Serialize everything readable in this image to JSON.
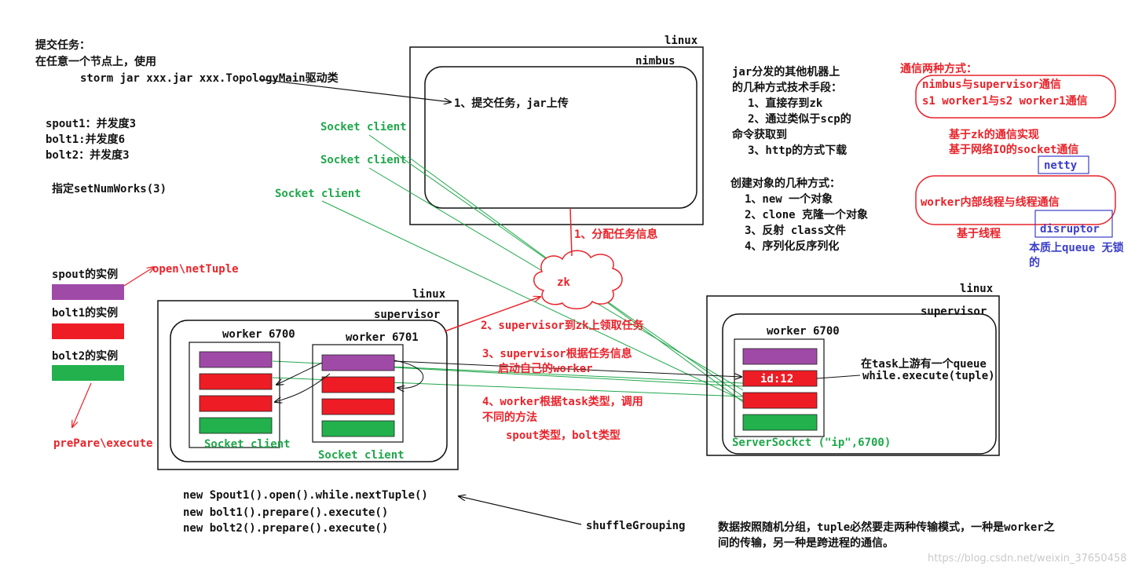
{
  "colors": {
    "spout": "#a04aa8",
    "bolt1": "#ee1c25",
    "bolt2": "#22b14c",
    "note_red": "#e8232a",
    "socket_green": "#1fa84a",
    "tech_blue": "#3b3ec9"
  },
  "submit": {
    "title": "提交任务：",
    "line1": "在任意一个节点上，使用",
    "command": "storm jar xxx.jar xxx.TopologyMain驱动类"
  },
  "parallelism": {
    "spout1": "spout1：并发度3",
    "bolt1": "bolt1:并发度6",
    "bolt2": "bolt2：并发度3",
    "workers": "指定setNumWorks(3)"
  },
  "nimbus": {
    "linux_label": "linux",
    "title": "nimbus",
    "step1": "1、提交任务，jar上传"
  },
  "socket_client_label": "Socket client",
  "zk": {
    "label": "zk",
    "assign": "1、分配任务信息"
  },
  "distribution": {
    "title_line1": "jar分发的其他机器上",
    "title_line2": "的几种方式技术手段：",
    "item1": "1、直接存到zk",
    "item2_line1": "2、通过类似于scp的",
    "item2_line2": "命令获取到",
    "item3": "3、http的方式下载"
  },
  "object_creation": {
    "title": "创建对象的几种方式：",
    "item1": "1、new 一个对象",
    "item2": "2、clone 克隆一个对象",
    "item3": "3、反射 class文件",
    "item4": "4、序列化反序列化"
  },
  "communication": {
    "title": "通信两种方式：",
    "line1": "nimbus与supervisor通信",
    "line2": "s1 worker1与s2 worker1通信",
    "zk_based": "基于zk的通信实现",
    "socket_based": "基于网络IO的socket通信",
    "netty": "netty",
    "intra_worker": "worker内部线程与线程通信",
    "thread_based": "基于线程",
    "disruptor": "disruptor",
    "queue_note_line1": "本质上queue 无锁",
    "queue_note_line2": "的"
  },
  "legend": {
    "spout": "spout的实例",
    "spout_method": "open\\netTuple",
    "bolt1": "bolt1的实例",
    "bolt2": "bolt2的实例",
    "bolt_method": "prePare\\execute"
  },
  "supervisor_left": {
    "linux_label": "linux",
    "title": "supervisor",
    "worker_a": "worker 6700",
    "worker_b": "worker 6701"
  },
  "supervisor_right": {
    "linux_label": "linux",
    "title": "supervisor",
    "worker": "worker 6700",
    "task_id": "id:12",
    "server_socket": "ServerSockct (\"ip\",6700)"
  },
  "steps": {
    "step2": "2、supervisor到zk上领取任务",
    "step3_line1": "3、supervisor根据任务信息",
    "step3_line2": "启动自己的worker",
    "step4_line1": "4、worker根据task类型，调用",
    "step4_line2": "不同的方法",
    "types": "spout类型，bolt类型"
  },
  "queue_note": {
    "line1": "在task上游有一个queue",
    "line2": "while.execute(tuple)"
  },
  "code": {
    "line1": "new Spout1().open().while.nextTuple()",
    "line2": "new bolt1().prepare().execute()",
    "line3": "new bolt2().prepare().execute()"
  },
  "grouping": {
    "name": "shuffleGrouping",
    "desc_line1": "数据按照随机分组，tuple必然要走两种传输模式，一种是worker之",
    "desc_line2": "间的传输，另一种是跨进程的通信。"
  },
  "watermark": "https://blog.csdn.net/weixin_37650458"
}
